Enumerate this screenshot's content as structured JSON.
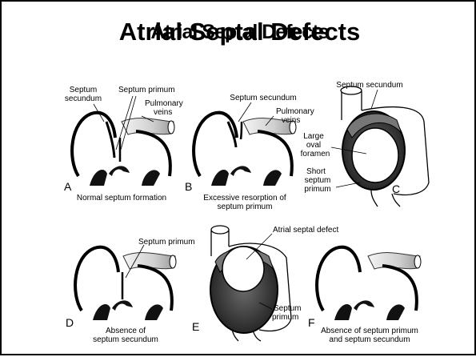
{
  "slide": {
    "title": "Atrial Septal Defects",
    "ghost_title": "Atrial Septal Defects"
  },
  "panels": {
    "A": {
      "letter": "A",
      "caption": "Normal septum formation",
      "labels": {
        "septum_secundum_1": "Septum",
        "septum_secundum_2": "secundum",
        "septum_primum": "Septum primum",
        "pulmonary_veins_1": "Pulmonary",
        "pulmonary_veins_2": "veins"
      }
    },
    "B": {
      "letter": "B",
      "caption_1": "Excessive resorption of",
      "caption_2": "septum primum",
      "labels": {
        "septum_secundum": "Septum secundum",
        "pulmonary_veins_1": "Pulmonary",
        "pulmonary_veins_2": "veins"
      }
    },
    "C": {
      "letter": "C",
      "labels": {
        "septum_secundum": "Septum secundum",
        "large_oval_1": "Large",
        "large_oval_2": "oval",
        "large_oval_3": "foramen",
        "short_primum_1": "Short",
        "short_primum_2": "septum",
        "short_primum_3": "primum"
      }
    },
    "D": {
      "letter": "D",
      "caption_1": "Absence of",
      "caption_2": "septum secundum",
      "labels": {
        "septum_primum": "Septum primum"
      }
    },
    "E": {
      "letter": "E",
      "labels": {
        "atrial_septal_defect": "Atrial septal defect",
        "septum_primum_1": "Septum",
        "septum_primum_2": "primum"
      }
    },
    "F": {
      "letter": "F",
      "caption_1": "Absence of septum primum",
      "caption_2": "and septum secundum"
    }
  }
}
